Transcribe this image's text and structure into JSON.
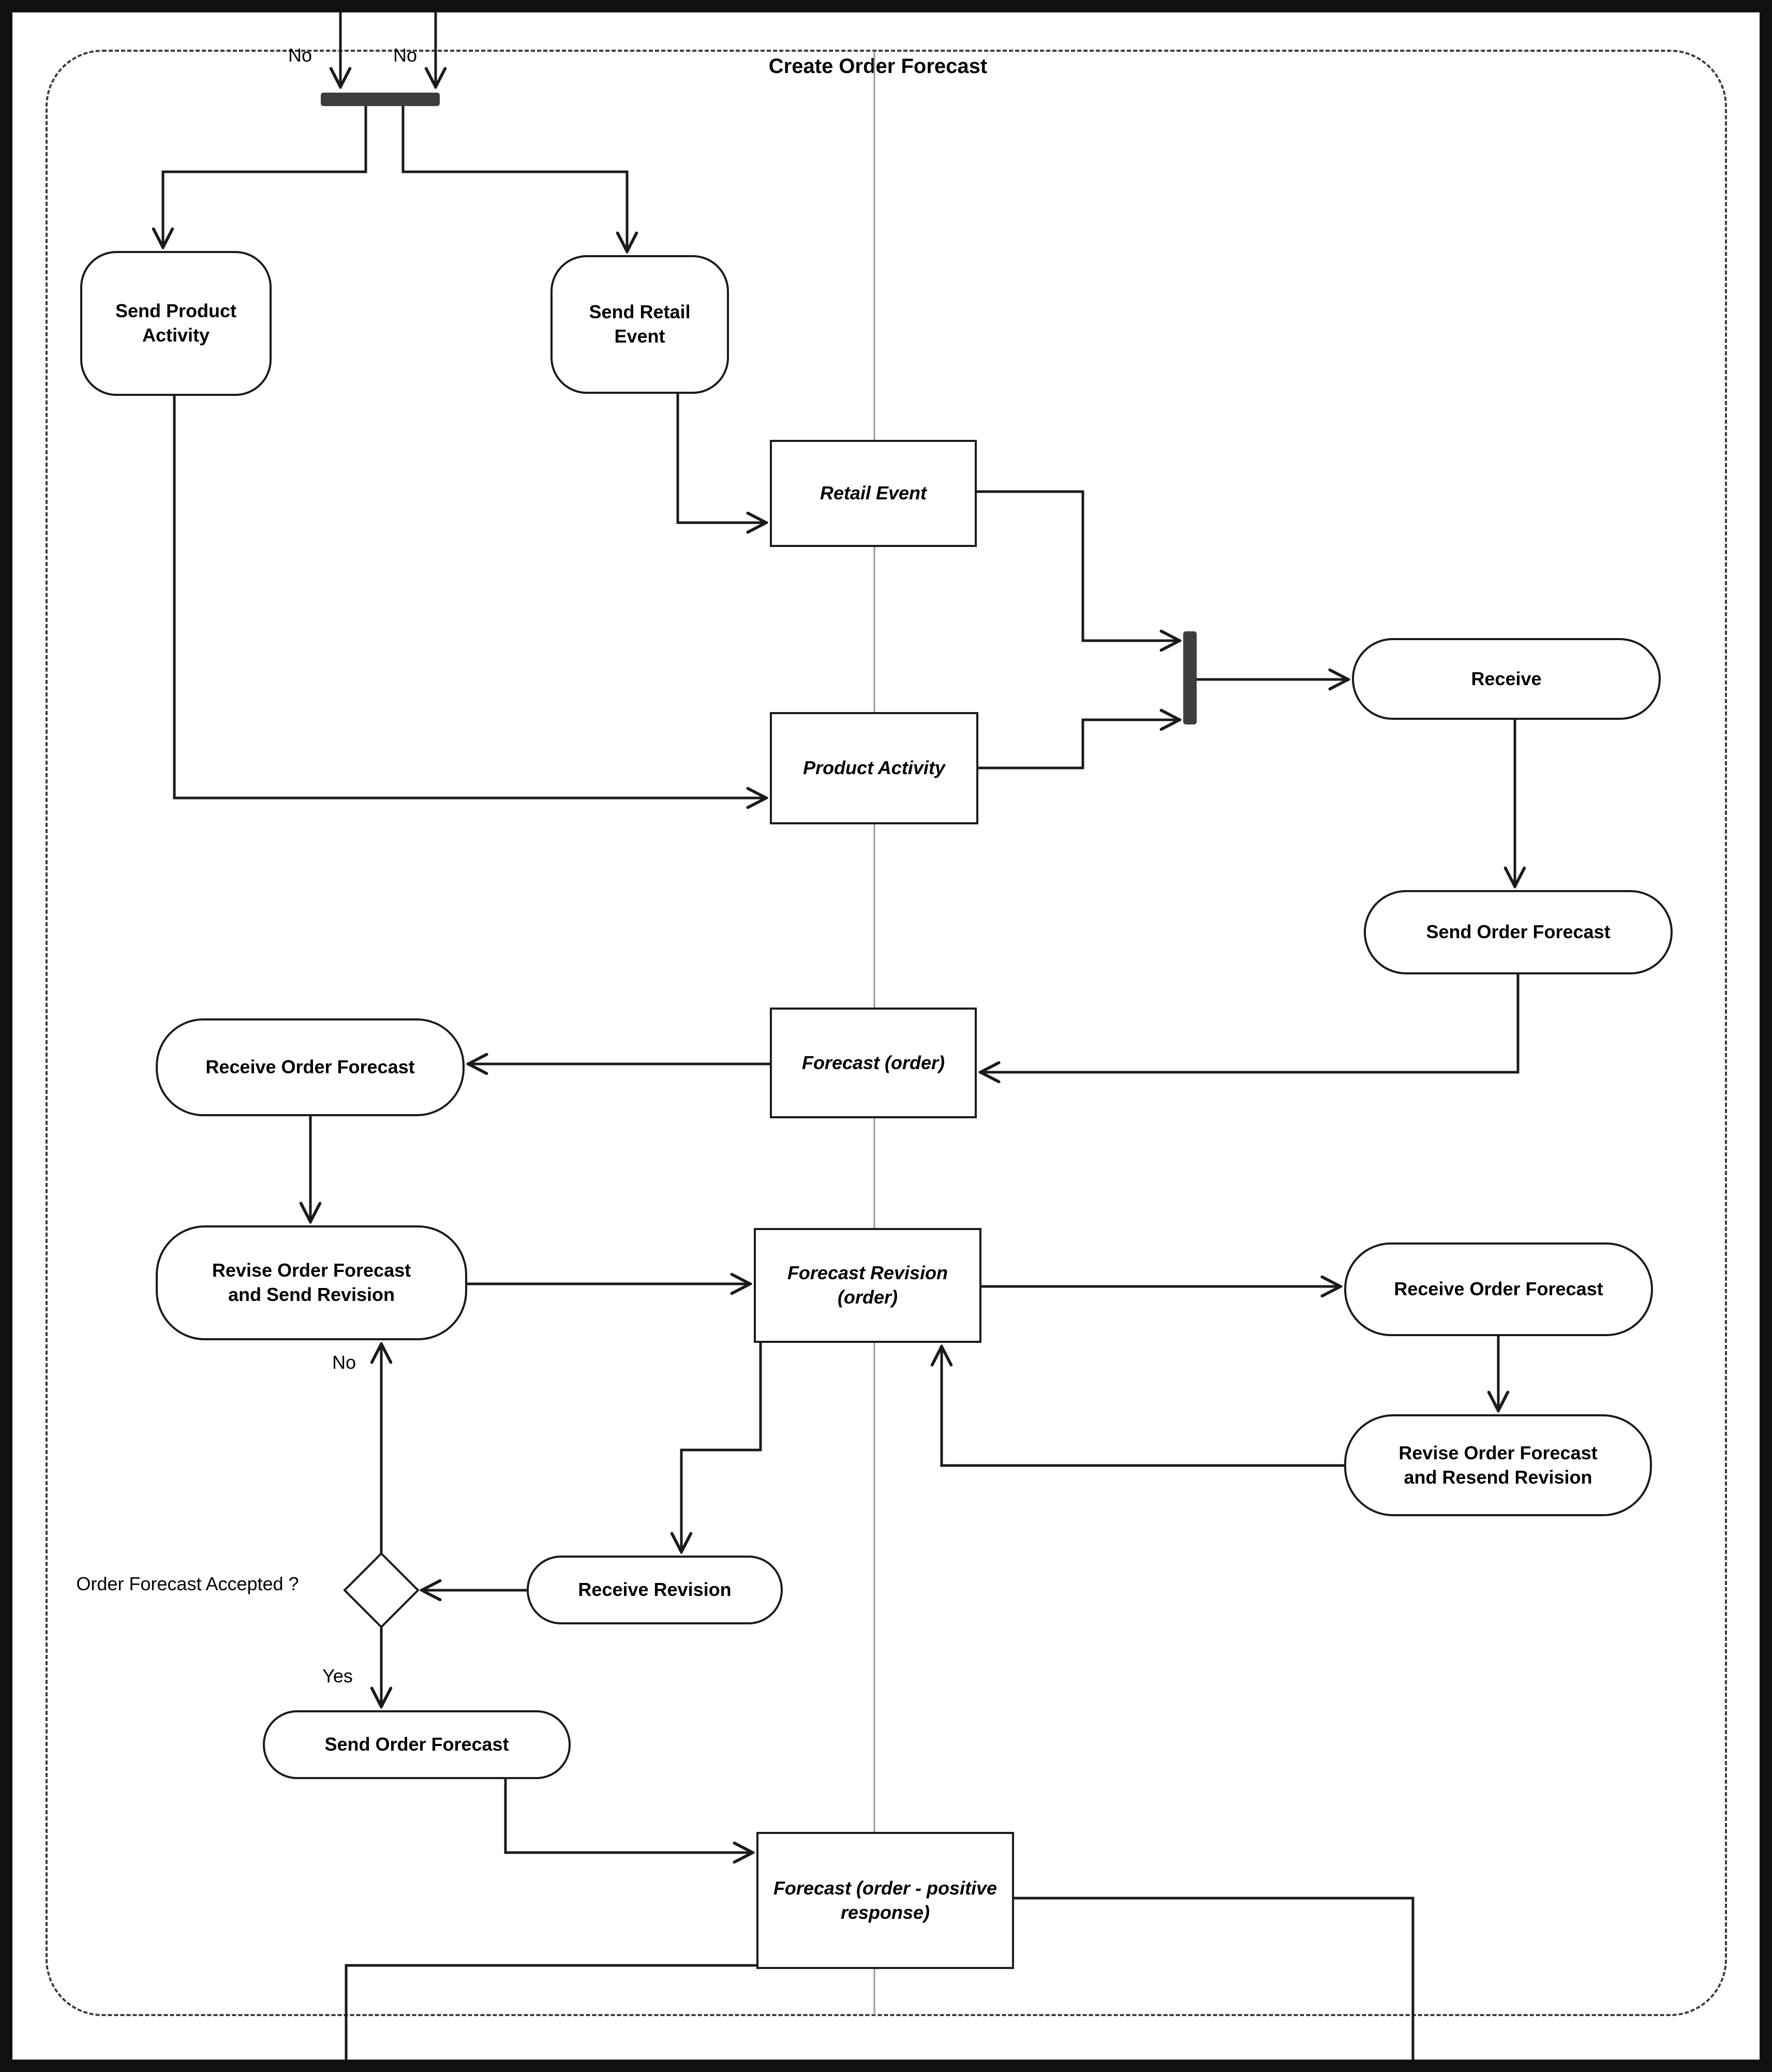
{
  "diagram": {
    "title": "Create Order Forecast",
    "colors": {
      "line": "#1a1a1a",
      "bar_fill": "#3d3d3d",
      "background": "#ffffff",
      "swimlane_line": "#999999"
    },
    "nodes": {
      "send_product_activity": {
        "label": "Send Product Activity",
        "type": "action"
      },
      "send_retail_event": {
        "label": "Send Retail Event",
        "type": "action"
      },
      "retail_event": {
        "label": "Retail Event",
        "type": "object"
      },
      "receive": {
        "label": "Receive",
        "type": "action"
      },
      "product_activity": {
        "label": "Product Activity",
        "type": "object"
      },
      "send_order_forecast_top": {
        "label": "Send Order Forecast",
        "type": "action"
      },
      "forecast_order": {
        "label": "Forecast (order)",
        "type": "object"
      },
      "receive_order_forecast_left": {
        "label": "Receive Order Forecast",
        "type": "action"
      },
      "revise_send": {
        "label": "Revise Order Forecast and Send Revision",
        "type": "action"
      },
      "forecast_revision": {
        "label": "Forecast Revision (order)",
        "type": "object"
      },
      "receive_order_forecast_right": {
        "label": "Receive Order Forecast",
        "type": "action"
      },
      "revise_resend": {
        "label": "Revise Order Forecast and Resend Revision",
        "type": "action"
      },
      "receive_revision": {
        "label": "Receive Revision",
        "type": "action"
      },
      "send_order_forecast_bottom": {
        "label": "Send Order Forecast",
        "type": "action"
      },
      "forecast_positive": {
        "label": "Forecast (order - positive response)",
        "type": "object"
      }
    },
    "edge_labels": {
      "top_left": "No",
      "top_right": "No",
      "decision_question": "Order Forecast Accepted ?",
      "decision_no": "No",
      "decision_yes": "Yes"
    }
  }
}
